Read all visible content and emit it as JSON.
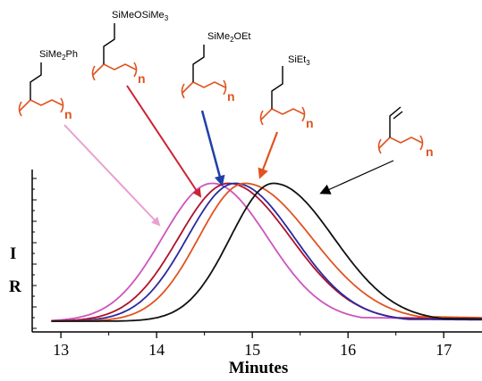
{
  "chart_data": {
    "type": "line",
    "xlabel": "Minutes",
    "ylabel": "I R",
    "xlim": [
      12.7,
      17.4
    ],
    "ylim": [
      0,
      1.1
    ],
    "x_ticks": [
      13,
      14,
      15,
      16,
      17
    ],
    "grid": false,
    "series": [
      {
        "color": "#cc55bb",
        "peak_x": 14.58,
        "sigma_left": 0.52,
        "sigma_right": 0.58,
        "tail": 0.05
      },
      {
        "color": "#b0112a",
        "peak_x": 14.75,
        "sigma_left": 0.52,
        "sigma_right": 0.65,
        "tail": 0.05
      },
      {
        "color": "#2a2aa0",
        "peak_x": 14.82,
        "sigma_left": 0.5,
        "sigma_right": 0.62,
        "tail": 0.03
      },
      {
        "color": "#e0531f",
        "peak_x": 14.92,
        "sigma_left": 0.48,
        "sigma_right": 0.7,
        "tail": 0.07
      },
      {
        "color": "#111111",
        "peak_x": 15.22,
        "sigma_left": 0.45,
        "sigma_right": 0.63,
        "tail": 0.04
      }
    ],
    "annotations": [
      {
        "label_main": "SiMe",
        "label_sub": "2",
        "label_rest": "Ph",
        "n": "n",
        "color": "#e8a0d0"
      },
      {
        "label_main": "SiMeOSiMe",
        "label_sub": "3",
        "label_rest": "",
        "n": "n",
        "color": "#cc2233"
      },
      {
        "label_main": "SiMe",
        "label_sub": "2",
        "label_rest": "OEt",
        "n": "n",
        "color": "#2040a8"
      },
      {
        "label_main": "SiEt",
        "label_sub": "3",
        "label_rest": "",
        "n": "n",
        "color": "#e0531f"
      },
      {
        "label_main": "",
        "label_sub": "",
        "label_rest": "",
        "n": "n",
        "color": "#000000"
      }
    ]
  }
}
